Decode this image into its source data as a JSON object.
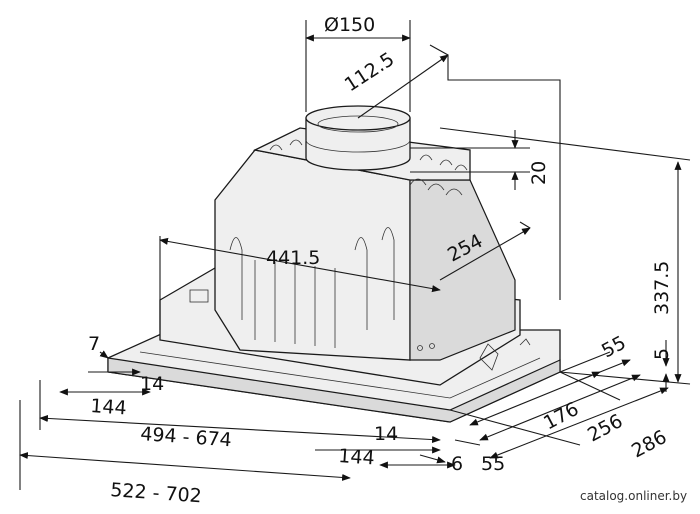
{
  "dimensions": {
    "duct_diameter": "Ø150",
    "duct_offset": "112.5",
    "collar_height": "20",
    "height_total": "337.5",
    "motor_width": "441.5",
    "motor_depth": "254",
    "flange_5": "5",
    "side_55_top": "55",
    "depth_176": "176",
    "depth_256": "256",
    "depth_286": "286",
    "left_7": "7",
    "left_14": "14",
    "left_144": "144",
    "width_inner": "494 - 674",
    "front_14": "14",
    "front_144": "144",
    "front_6": "6",
    "front_55": "55",
    "width_outer": "522 - 702"
  },
  "watermark": "catalog.onliner.by"
}
